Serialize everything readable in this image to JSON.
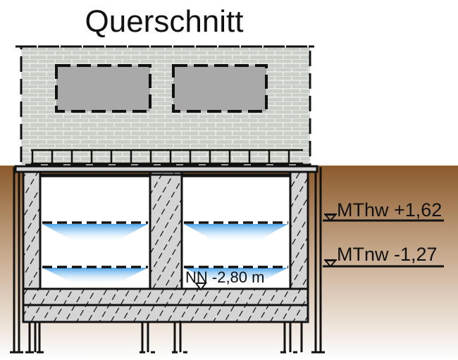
{
  "title": "Querschnitt",
  "levels": [
    {
      "label": "MThw +1,62"
    },
    {
      "label": "MTnw -1,27"
    }
  ],
  "bottom_level": "NN -2,80 m",
  "colors": {
    "soil_top": "#8b5a2b",
    "soil_bottom": "#ffffff",
    "concrete": "#d4d4d4",
    "water": "#4aa3e8",
    "brick": "#c9cfc6"
  }
}
